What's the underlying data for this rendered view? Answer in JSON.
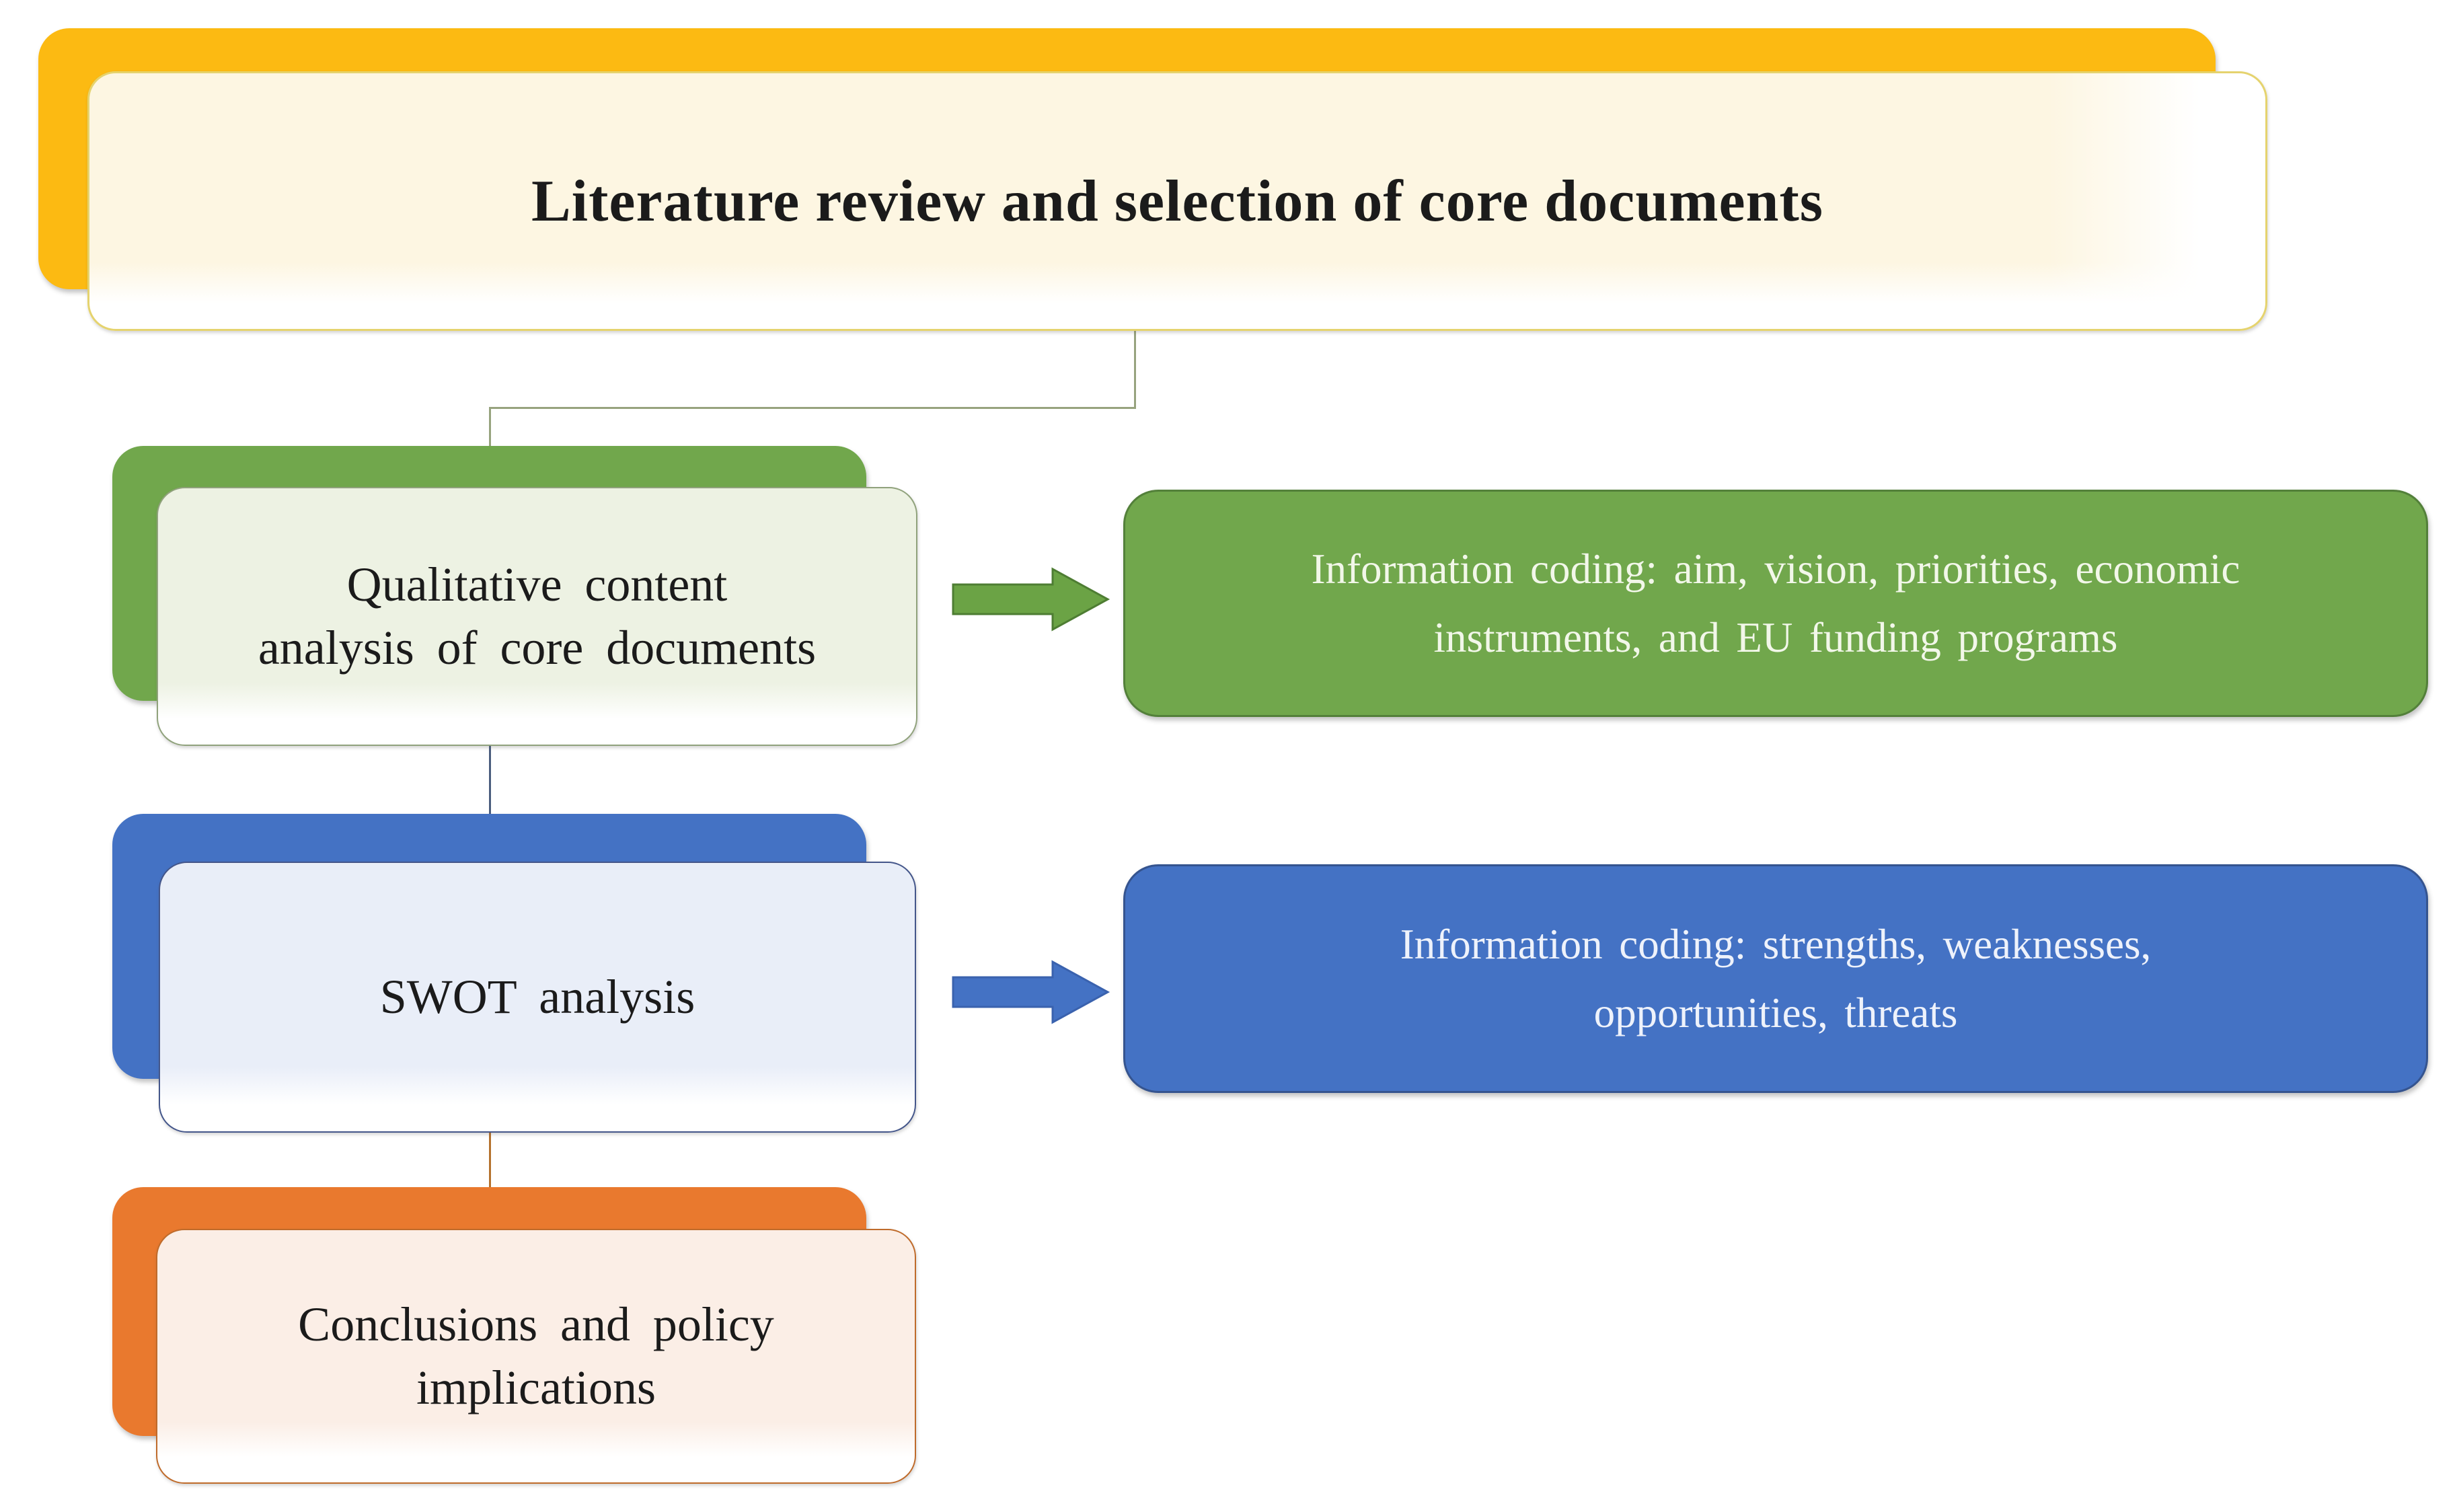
{
  "palette": {
    "gold": "#FCBA12",
    "gold_fill": "#FDF6E2",
    "green": "#71A74C",
    "green_fill": "#EDF2E3",
    "blue": "#4472C4",
    "blue_fill": "#E9EEF8",
    "orange": "#E9792E",
    "orange_fill": "#FBEEE6",
    "connector_green_gray": "#97A37E",
    "connector_navy": "#4B5E7E",
    "connector_brown": "#B5722E",
    "text_dark": "#1B1B1B",
    "text_light": "#F2F7E9"
  },
  "title_box": {
    "label": "Literature review and selection of core documents"
  },
  "flow": [
    {
      "id": "qualitative",
      "line1": "Qualitative content",
      "line2": "analysis of core documents"
    },
    {
      "id": "swot",
      "line1": "SWOT analysis",
      "line2": ""
    },
    {
      "id": "conclusions",
      "line1": "Conclusions and policy",
      "line2": "implications"
    }
  ],
  "coding": [
    {
      "id": "coding-green",
      "line1": "Information coding: aim, vision, priorities, economic",
      "line2": "instruments, and EU funding programs"
    },
    {
      "id": "coding-blue",
      "line1": "Information coding: strengths, weaknesses,",
      "line2": "opportunities, threats"
    }
  ]
}
